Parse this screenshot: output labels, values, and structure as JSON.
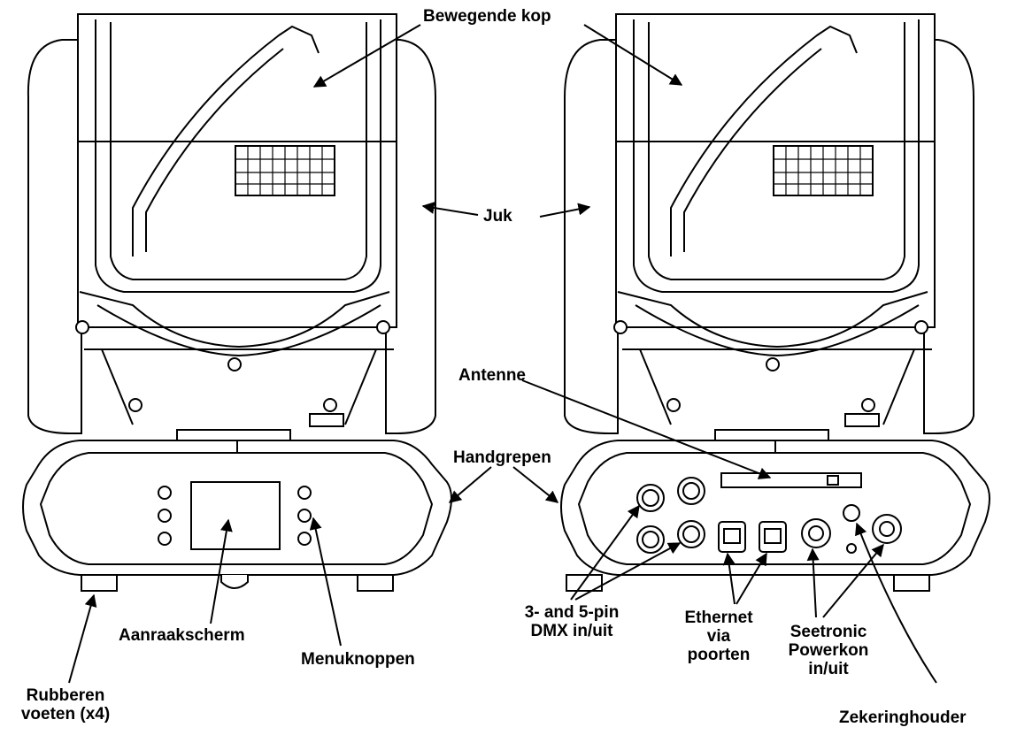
{
  "labels": {
    "moving_head": "Bewegende kop",
    "yoke": "Juk",
    "antenna": "Antenne",
    "handles": "Handgrepen",
    "dmx": [
      "3- and 5-pin",
      "DMX in/uit"
    ],
    "ethernet": [
      "Ethernet",
      "via",
      "poorten"
    ],
    "powerkon": [
      "Seetronic",
      "Powerkon",
      "in/uit"
    ],
    "touchscreen": "Aanraakscherm",
    "menu_buttons": "Menuknoppen",
    "rubber_feet": [
      "Rubberen",
      "voeten (x4)"
    ],
    "fuse_holder": "Zekeringhouder"
  }
}
